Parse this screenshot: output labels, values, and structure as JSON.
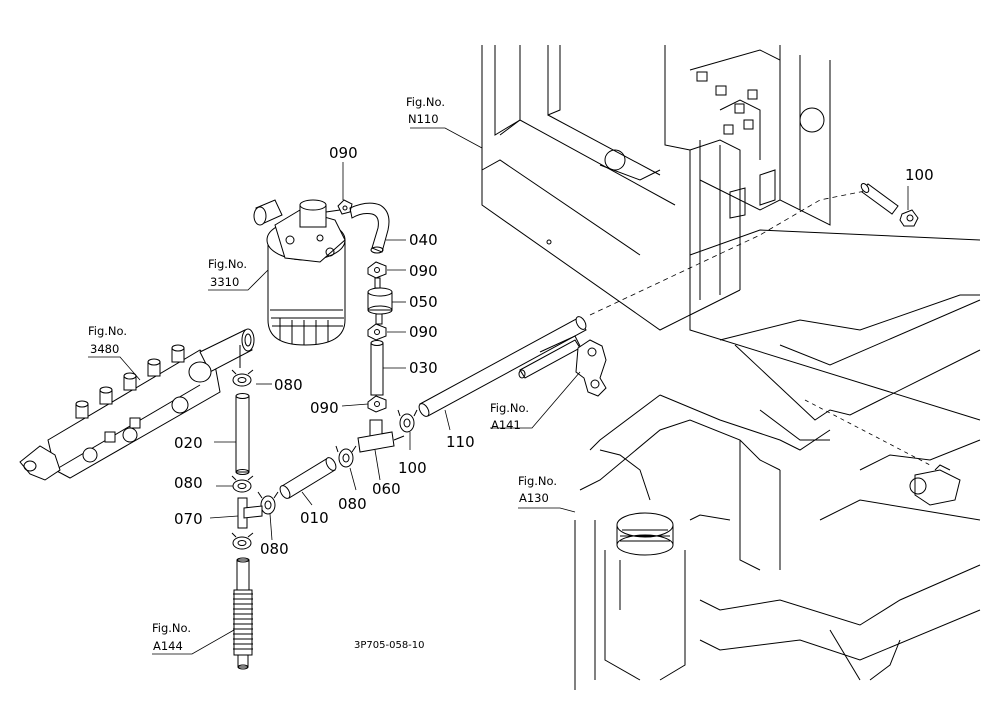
{
  "parts": {
    "p090a": "090",
    "p040": "040",
    "p090b": "090",
    "p050": "050",
    "p090c": "090",
    "p030": "030",
    "p090d": "090",
    "p100a": "100",
    "p100b": "100",
    "p110": "110",
    "p080a": "080",
    "p020": "020",
    "p080b": "080",
    "p070": "070",
    "p080c": "080",
    "p010": "010",
    "p080d": "080",
    "p060": "060"
  },
  "figrefs": {
    "n110": {
      "line1": "Fig.No.",
      "line2": "N110"
    },
    "f3310": {
      "line1": "Fig.No.",
      "line2": "3310"
    },
    "f3480": {
      "line1": "Fig.No.",
      "line2": "3480"
    },
    "a141": {
      "line1": "Fig.No.",
      "line2": "A141"
    },
    "a130": {
      "line1": "Fig.No.",
      "line2": "A130"
    },
    "a144": {
      "line1": "Fig.No.",
      "line2": "A144"
    }
  },
  "drawing_code": "3P705-058-10"
}
